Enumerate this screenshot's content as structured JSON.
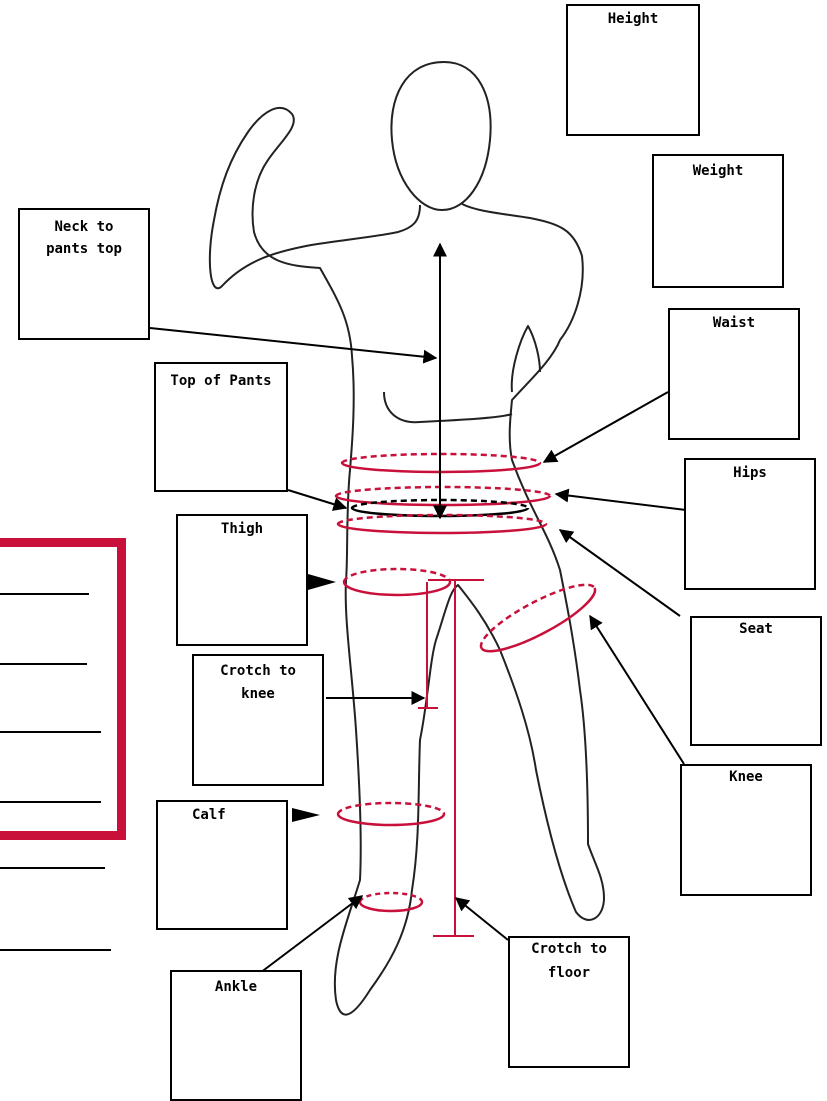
{
  "labels": {
    "height": "Height",
    "weight": "Weight",
    "neck_to_pants_top_1": "Neck to",
    "neck_to_pants_top_2": "pants top",
    "waist": "Waist",
    "top_of_pants": "Top of Pants",
    "hips": "Hips",
    "thigh": "Thigh",
    "seat": "Seat",
    "crotch_to_knee_1": "Crotch to",
    "crotch_to_knee_2": "knee",
    "knee": "Knee",
    "calf": "Calf",
    "crotch_to_floor_1": "Crotch to",
    "crotch_to_floor_2": "floor",
    "ankle": "Ankle"
  },
  "colors": {
    "accent": "#c8103a",
    "ink": "#000000"
  },
  "measurement_panel": {
    "blank_lines": 6
  }
}
